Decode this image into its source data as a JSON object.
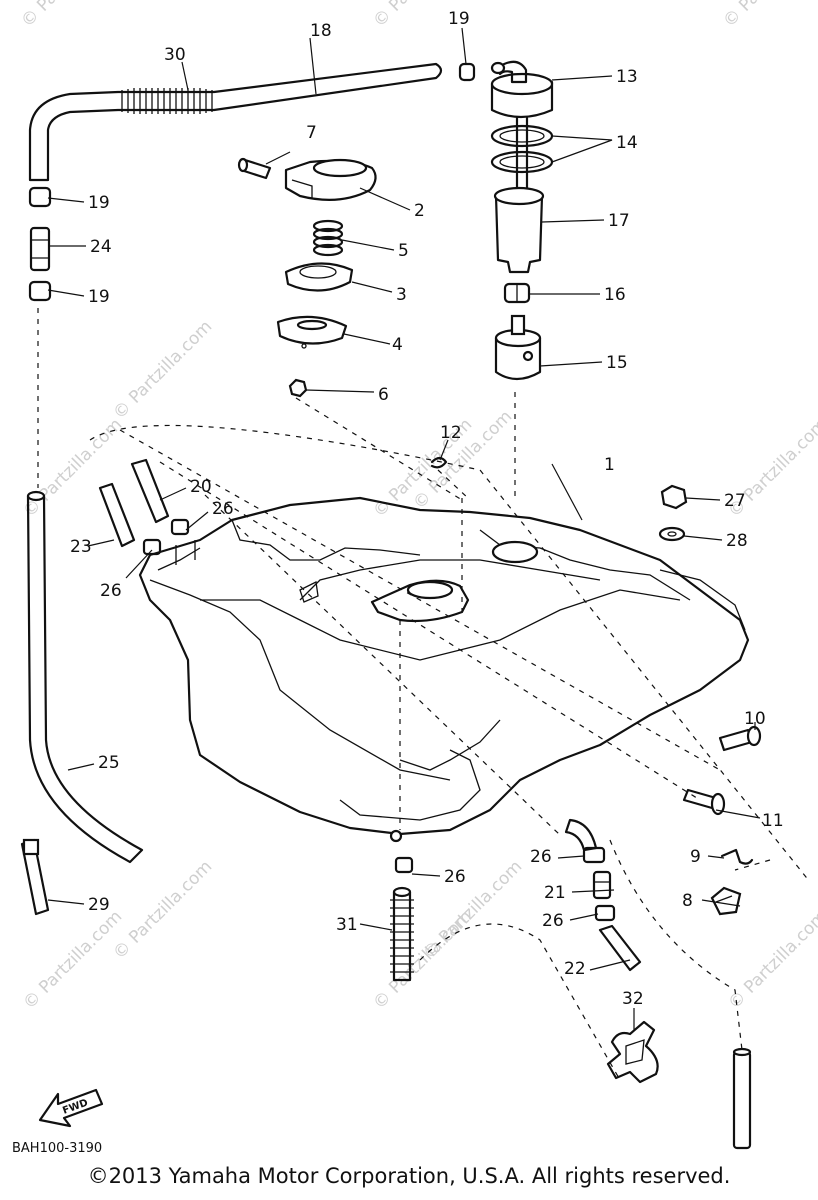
{
  "diagram": {
    "drawing_code": "BAH100-3190",
    "fwd_label": "FWD",
    "copyright": "©2013 Yamaha Motor Corporation, U.S.A. All rights reserved.",
    "watermarks": [
      "© Partzilla.com",
      "© Partzilla.com",
      "© Partzilla.com",
      "© Partzilla.com",
      "© Partzilla.com",
      "© Partzilla.com",
      "© Partzilla.com",
      "© Partzilla.com",
      "© Partzilla.com",
      "© Partzilla.com",
      "© Partzilla.com",
      "© Partzilla.com",
      "© Partzilla.com"
    ],
    "callouts": [
      "1",
      "2",
      "3",
      "4",
      "5",
      "6",
      "7",
      "8",
      "9",
      "10",
      "11",
      "12",
      "13",
      "14",
      "15",
      "16",
      "17",
      "18",
      "19",
      "19",
      "19",
      "20",
      "21",
      "22",
      "23",
      "24",
      "25",
      "26",
      "26",
      "26",
      "26",
      "26",
      "27",
      "28",
      "29",
      "30",
      "31",
      "32"
    ]
  }
}
